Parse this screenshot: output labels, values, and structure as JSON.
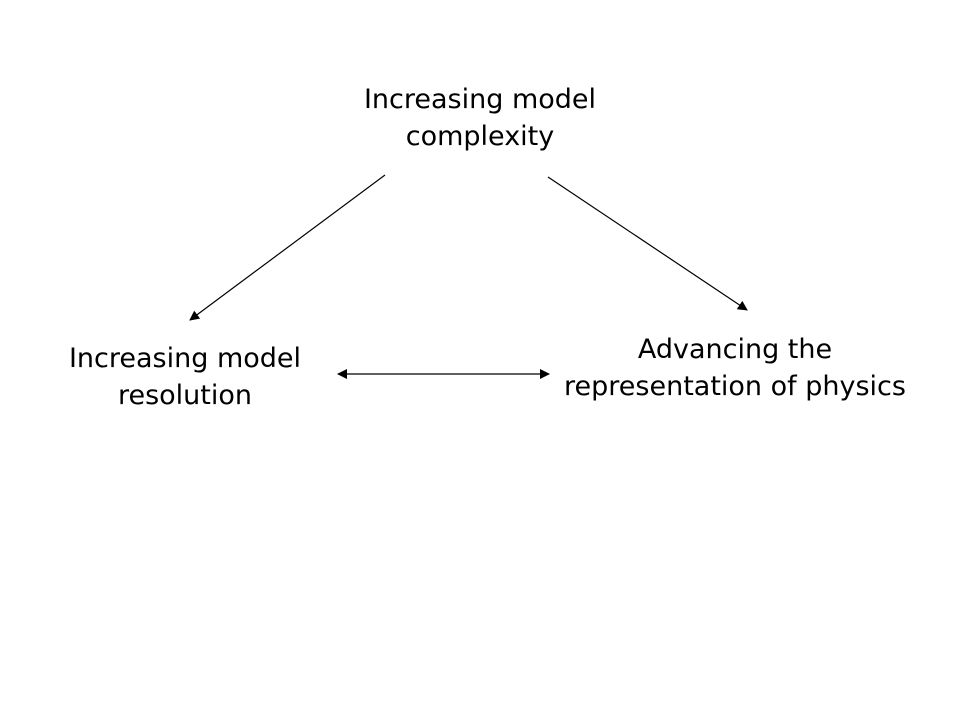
{
  "diagram": {
    "nodes": {
      "top": {
        "line1": "Increasing model",
        "line2": "complexity"
      },
      "left": {
        "line1": "Increasing model",
        "line2": "resolution"
      },
      "right": {
        "line1": "Advancing the",
        "line2": "representation of physics"
      }
    },
    "colors": {
      "text": "#000000",
      "line": "#000000",
      "background": "#ffffff"
    }
  }
}
